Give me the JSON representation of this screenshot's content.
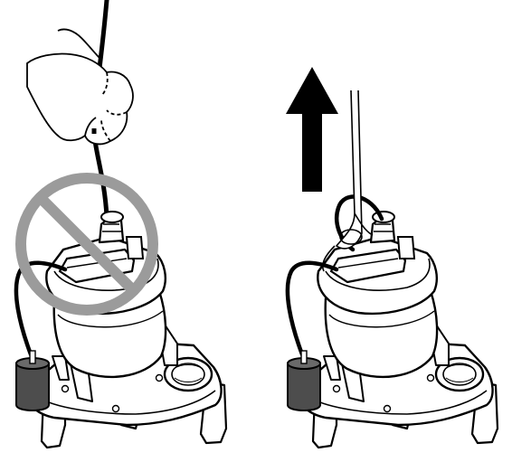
{
  "panels": [
    {
      "id": "wrong-way",
      "depicts": [
        "hand-icon",
        "power-cord",
        "sump-pump",
        "float-switch",
        "prohibition-icon"
      ],
      "prohibited": true
    },
    {
      "id": "right-way",
      "depicts": [
        "lift-arrow-icon",
        "lifting-rope",
        "sump-pump",
        "float-switch"
      ],
      "prohibited": false
    }
  ],
  "colors": {
    "line": "#000000",
    "fill": "#ffffff",
    "float_body": "#4d4d4d",
    "prohibition": "#9b9b9b"
  }
}
